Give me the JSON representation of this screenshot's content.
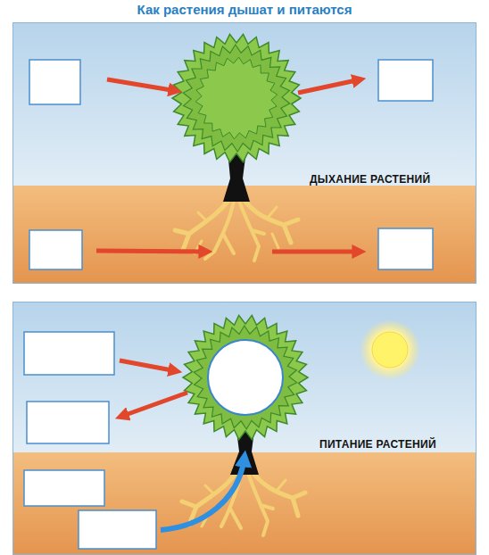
{
  "diagram": {
    "title": "Как растения дышат и питаются",
    "nodes": [
      {
        "text": [
          "ДЫХАНИЕ РАСТЕНИЙ"
        ]
      },
      {
        "text": [
          "ПИТАНИЕ РАСТЕНИЙ"
        ]
      }
    ]
  }
}
